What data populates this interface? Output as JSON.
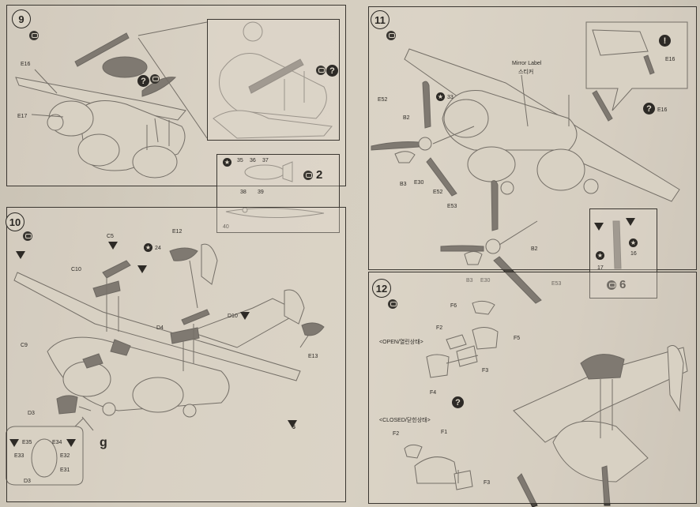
{
  "steps": {
    "s9": {
      "number": "9",
      "labels": {
        "e16": "E16",
        "e17": "E17",
        "n35": "35",
        "n36": "36",
        "n37": "37",
        "n38": "38",
        "n39": "39",
        "n40": "40",
        "count": "2"
      }
    },
    "s10": {
      "number": "10",
      "labels": {
        "c5": "C5",
        "c10": "C10",
        "c9": "C9",
        "d4": "D4",
        "d10": "D10",
        "d3": "D3",
        "e12": "E12",
        "e13": "E13",
        "n24": "24",
        "g": "g",
        "e35": "E35",
        "e34": "E34",
        "e33": "E33",
        "e32": "E32",
        "e31": "E31",
        "d3b": "D3",
        "n5": "5"
      }
    },
    "s11": {
      "number": "11",
      "labels": {
        "mirror_en": "Mirror Label",
        "mirror_ko": "스티커",
        "e52": "E52",
        "n33": "33",
        "b2": "B2",
        "b3": "B3",
        "e30": "E30",
        "e52b": "E52",
        "e53": "E53",
        "b2b": "B2",
        "b3b": "B3",
        "e30b": "E30",
        "e53b": "E53",
        "e16": "E16",
        "e16b": "E16",
        "n17": "17",
        "n16": "16",
        "count": "6"
      }
    },
    "s12": {
      "number": "12",
      "labels": {
        "open": "<OPEN/열린상태>",
        "closed": "<CLOSED/닫힌상태>",
        "f6": "F6",
        "f2": "F2",
        "f5": "F5",
        "f3": "F3",
        "f4": "F4",
        "f2b": "F2",
        "f1": "F1",
        "f3b": "F3"
      }
    }
  },
  "icons": [
    "paint-bucket-icon",
    "decal-star-icon",
    "question-icon",
    "warning-exclamation-icon",
    "triangle-marker-icon",
    "arrow-icon"
  ]
}
